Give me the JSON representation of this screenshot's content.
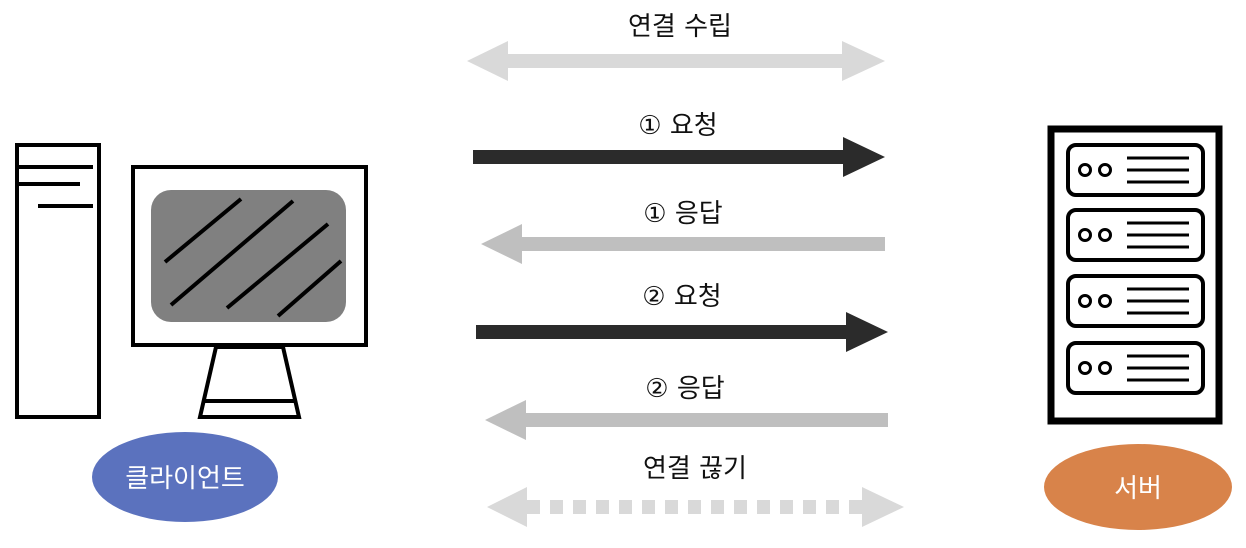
{
  "client": {
    "label": "클라이언트",
    "icon": "desktop-computer-icon",
    "badge_color": "#5b72be"
  },
  "server": {
    "label": "서버",
    "icon": "server-rack-icon",
    "badge_color": "#d8834a"
  },
  "flows": [
    {
      "label": "연결 수립",
      "direction": "both",
      "style": "solid",
      "color": "#d9d9d9"
    },
    {
      "label": "① 요청",
      "direction": "client-to-server",
      "style": "solid",
      "color": "#2b2b2b"
    },
    {
      "label": "① 응답",
      "direction": "server-to-client",
      "style": "solid",
      "color": "#bfbfbf"
    },
    {
      "label": "② 요청",
      "direction": "client-to-server",
      "style": "solid",
      "color": "#2b2b2b"
    },
    {
      "label": "② 응답",
      "direction": "server-to-client",
      "style": "solid",
      "color": "#bfbfbf"
    },
    {
      "label": "연결 끊기",
      "direction": "both",
      "style": "dashed",
      "color": "#d9d9d9"
    }
  ]
}
